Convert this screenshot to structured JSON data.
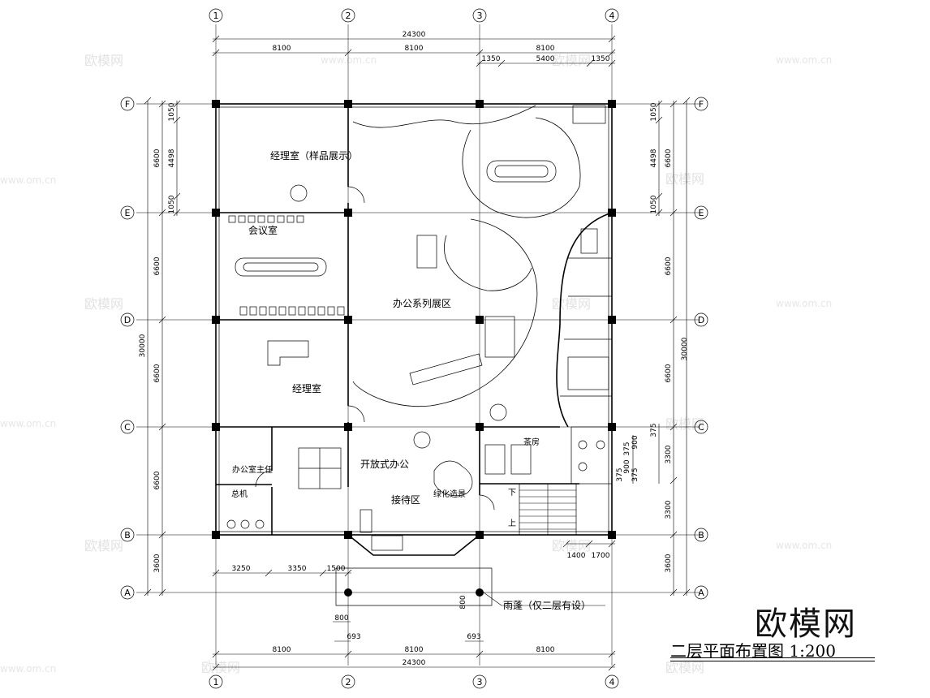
{
  "title": "二层平面布置图 1:200",
  "logo": "欧模网",
  "watermark_cn": "欧模网",
  "watermark_url": "www.om.cn",
  "grid": {
    "columns": [
      "1",
      "2",
      "3",
      "4"
    ],
    "rows": [
      "A",
      "B",
      "C",
      "D",
      "E",
      "F"
    ]
  },
  "dimensions": {
    "top_total": "24300",
    "top_bays": [
      "8100",
      "8100",
      "8100"
    ],
    "top_detail": [
      "1350",
      "5400",
      "1350"
    ],
    "bottom_total": "24300",
    "bottom_bays": [
      "8100",
      "8100",
      "8100"
    ],
    "bottom_sub": [
      "3250",
      "3350",
      "1500"
    ],
    "canopy": [
      "800",
      "693",
      "693",
      "800"
    ],
    "left_total": "30000",
    "left_bays": [
      "6600",
      "6600",
      "6600",
      "6600",
      "3600"
    ],
    "left_f_e": [
      "1050",
      "4498",
      "1050"
    ],
    "right_total": "30000",
    "right_bays": [
      "6600",
      "6600",
      "6600",
      "3300",
      "3300",
      "3600"
    ],
    "right_f_e": [
      "1050",
      "4498",
      "1050"
    ],
    "right_stair": [
      "1400",
      "1700"
    ],
    "right_small": [
      "375",
      "375",
      "900",
      "900",
      "375",
      "375"
    ]
  },
  "rooms": {
    "manager_sample": "经理室（样品展示）",
    "meeting": "会议室",
    "manager": "经理室",
    "office_series": "办公系列展区",
    "supervisor": "办公室主任",
    "switchboard": "总机",
    "open_office": "开放式办公",
    "reception": "接待区",
    "greening": "绿化造景",
    "tea": "茶房",
    "canopy": "雨蓬（仅二层有设）",
    "stair_down": "下",
    "stair_up": "上"
  }
}
